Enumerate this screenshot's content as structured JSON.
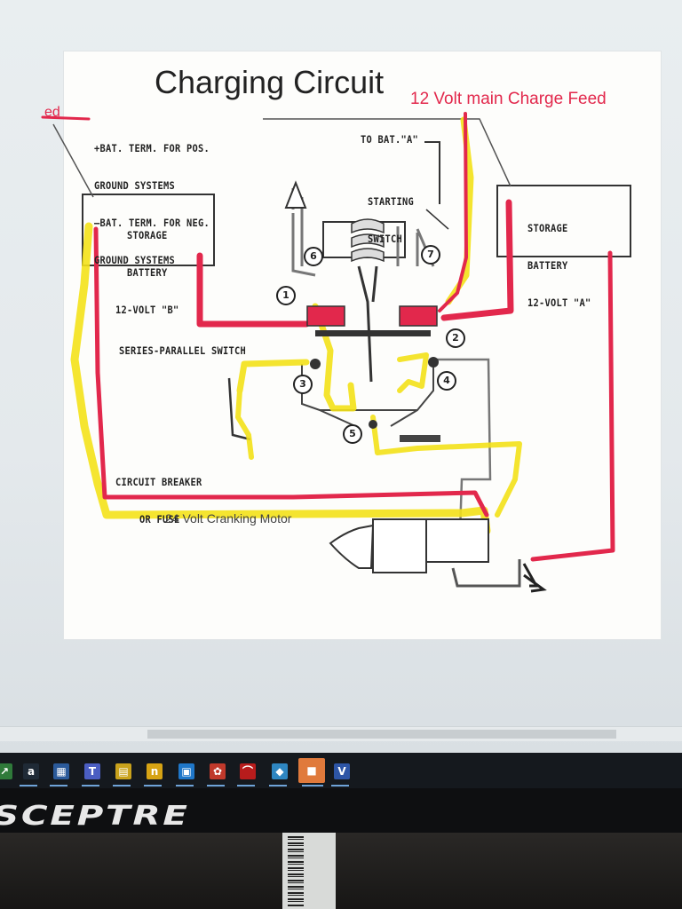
{
  "diagram": {
    "title": "Charging Circuit",
    "red_main_feed": "12 Volt main Charge Feed",
    "red_left_cut": "ed",
    "bat_term_lines": [
      "+BAT. TERM. FOR POS.",
      "GROUND SYSTEMS",
      "–BAT. TERM. FOR NEG.",
      "GROUND SYSTEMS"
    ],
    "to_bat": "TO BAT.\"A\"",
    "starting_switch": [
      "STARTING",
      "SWITCH"
    ],
    "battery_b": [
      "STORAGE",
      "BATTERY",
      "12-VOLT \"B\""
    ],
    "battery_a": [
      "STORAGE",
      "BATTERY",
      "12-VOLT \"A\""
    ],
    "series_parallel": "SERIES-PARALLEL SWITCH",
    "circuit_breaker": [
      "CIRCUIT BREAKER",
      "OR FUSE"
    ],
    "cranking_motor": "24 Volt Cranking Motor",
    "numbers": [
      "1",
      "2",
      "3",
      "4",
      "5",
      "6",
      "7"
    ],
    "colors": {
      "red_wire": "#e2284c",
      "yellow_wire": "#f4e21a",
      "ink": "#222222"
    }
  },
  "taskbar": {
    "icons": [
      {
        "name": "tray-arrow-icon",
        "glyph": "↗",
        "color": "#2f7a3a"
      },
      {
        "name": "amazon-icon",
        "glyph": "a",
        "color": "#1f2a36"
      },
      {
        "name": "calculator-icon",
        "glyph": "▦",
        "color": "#2b5a9a"
      },
      {
        "name": "teams-icon",
        "glyph": "T",
        "color": "#4b5ec2"
      },
      {
        "name": "sticky-notes-icon",
        "glyph": "▤",
        "color": "#c9a21c"
      },
      {
        "name": "norton-icon",
        "glyph": "n",
        "color": "#d6a314"
      },
      {
        "name": "photos-icon",
        "glyph": "▣",
        "color": "#1f77c9"
      },
      {
        "name": "paint-icon",
        "glyph": "✿",
        "color": "#c0392b"
      },
      {
        "name": "acrobat-icon",
        "glyph": "⌒",
        "color": "#b71c1c"
      },
      {
        "name": "app-icon",
        "glyph": "◆",
        "color": "#2e86c1"
      },
      {
        "name": "active-window-icon",
        "glyph": "■",
        "color": "#e07a3c"
      },
      {
        "name": "visio-icon",
        "glyph": "V",
        "color": "#2d55a6"
      }
    ]
  },
  "monitor": {
    "brand": "SCEPTRE"
  }
}
